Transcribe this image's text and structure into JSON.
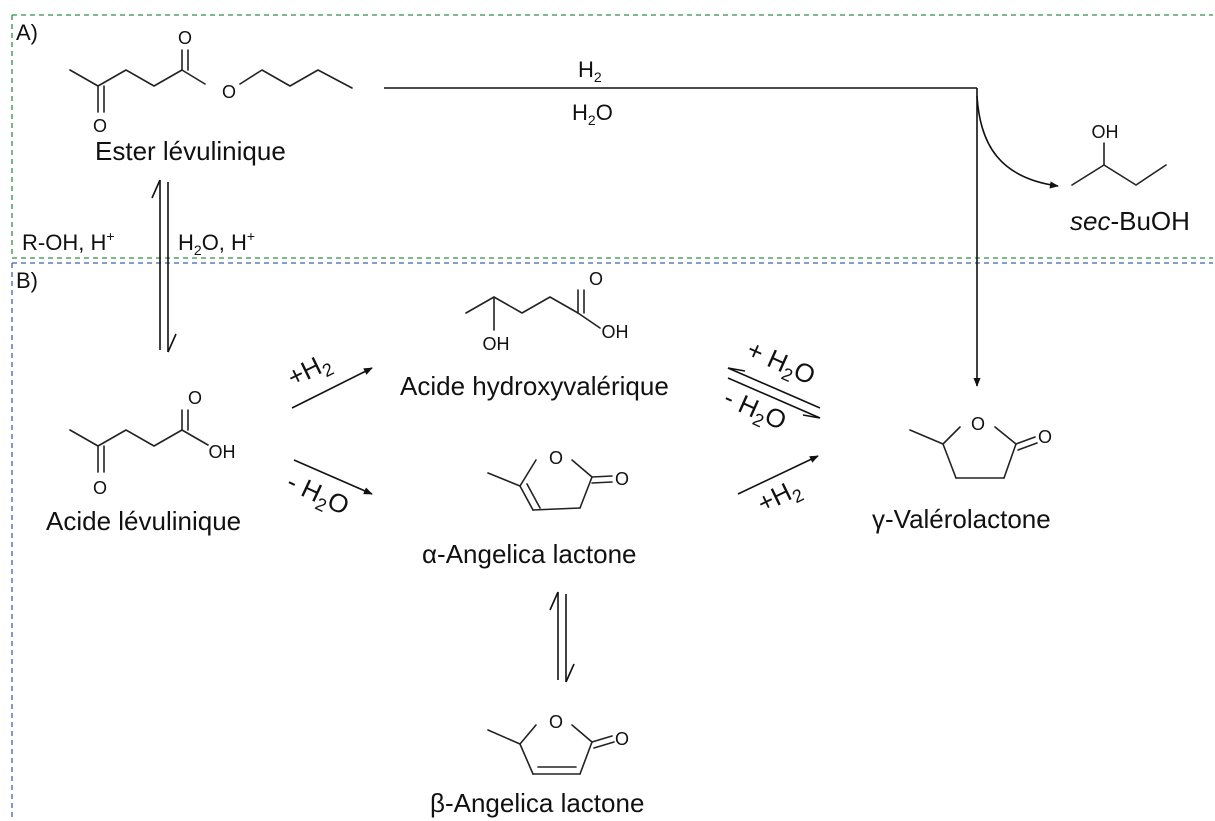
{
  "colors": {
    "box_a": "#2f8f4a",
    "box_b": "#3b62b5",
    "ink": "#111111"
  },
  "panels": {
    "a": "A)",
    "b": "B)"
  },
  "compounds": {
    "ester": "Ester lévulinique",
    "levulinic_acid": "Acide lévulinique",
    "hydroxyvaleric": "Acide hydroxyvalérique",
    "alpha_angelica": "α-Angelica lactone",
    "beta_angelica": "β-Angelica lactone",
    "gvl": "γ-Valérolactone",
    "sec_buoh_italic": "sec",
    "sec_buoh_rest": "-BuOH"
  },
  "conditions": {
    "top_h2": "H",
    "top_h2_sub": "2",
    "top_h2o": "H",
    "top_h2o_sub": "2",
    "top_h2o_o": "O",
    "esterif_left": "R-OH, H",
    "esterif_left_sup": "+",
    "esterif_right": "H",
    "esterif_right_sub": "2",
    "esterif_right_mid": "O, H",
    "esterif_right_sup": "+",
    "hydrog_1": "+H",
    "hydrog_1_sub": "2",
    "dehyd_1": "- H",
    "dehyd_1_sub": "2",
    "dehyd_1_o": "O",
    "hydrat_plus": "+ H",
    "hydrat_plus_sub": "2",
    "hydrat_plus_o": "O",
    "hydrat_minus": "- H",
    "hydrat_minus_sub": "2",
    "hydrat_minus_o": "O",
    "hydrog_2": "+H",
    "hydrog_2_sub": "2"
  },
  "atoms": {
    "ester_o_top": "O",
    "ester_o_ether": "O",
    "ester_o_ketone": "O",
    "buoh_oh": "OH",
    "hva_o_top": "O",
    "hva_oh_acid": "OH",
    "hva_oh_alc": "OH",
    "la_o_top": "O",
    "la_oh": "OH",
    "la_o_ketone": "O",
    "aal_o_ring": "O",
    "aal_o_carb": "O",
    "gvl_o_ring": "O",
    "gvl_o_carb": "O",
    "bal_o_ring": "O",
    "bal_o_carb": "O"
  }
}
